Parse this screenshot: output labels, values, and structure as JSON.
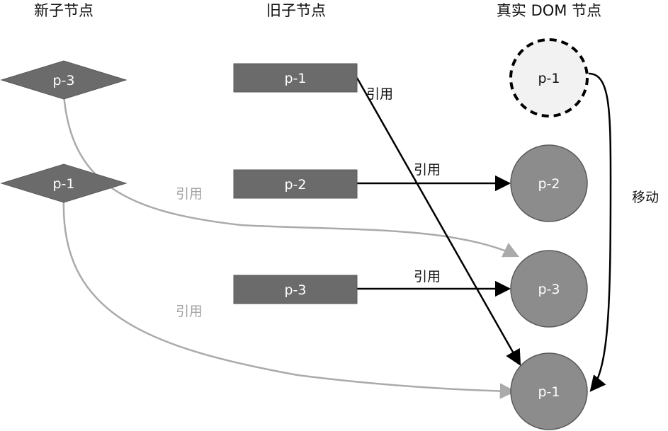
{
  "headers": {
    "new_children": "新子节点",
    "old_children": "旧子节点",
    "real_dom": "真实 DOM 节点"
  },
  "new_nodes": [
    "p-3",
    "p-1"
  ],
  "old_nodes": [
    "p-1",
    "p-2",
    "p-3"
  ],
  "dom_nodes": {
    "p1_original": "p-1",
    "p2": "p-2",
    "p3": "p-3",
    "p1_moved": "p-1"
  },
  "edge_labels": {
    "old_p1_ref": "引用",
    "old_p2_ref": "引用",
    "old_p3_ref": "引用",
    "new_p3_ref": "引用",
    "new_p1_ref": "引用",
    "move": "移动"
  },
  "colors": {
    "node_fill": "#6b6b6b",
    "dom_fill": "#8c8c8c",
    "ghost_fill": "#f2f2f2",
    "strong_arrow": "#000000",
    "light_arrow": "#aaaaaa"
  }
}
